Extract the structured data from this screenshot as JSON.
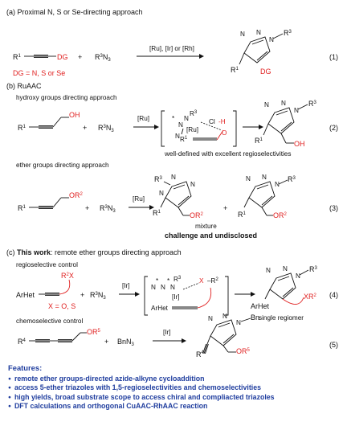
{
  "section_a": {
    "title": "(a) Proximal N, S or Se-directing approach",
    "reagent_label": "[Ru], [Ir] or [Rh]",
    "dg_definition": "DG = N, S or Se",
    "eq": "(1)"
  },
  "section_b": {
    "title": "(b) RuAAC",
    "hydroxy_heading": "hydroxy groups directing approach",
    "hydroxy_catalyst": "[Ru]",
    "hydroxy_note": "well-defined with excellent regioselectivities",
    "eq2": "(2)",
    "ether_heading": "ether groups directing approach",
    "ether_catalyst": "[Ru]",
    "mixture": "mixture",
    "challenge": "challenge and undisclosed",
    "eq3": "(3)"
  },
  "section_c": {
    "title_prefix": "(c) ",
    "title_bold": "This work",
    "title_suffix": ": remote ether groups directing approach",
    "regio_heading": "regioselective control",
    "x_definition": "X = O, S",
    "catalyst": "[Ir]",
    "single_regiomer": "single regiomer",
    "eq4": "(4)",
    "chemo_heading": "chemoselective control",
    "chemo_catalyst": "[Ir]",
    "eq5": "(5)"
  },
  "features": {
    "title": "Features:",
    "items": [
      "remote ether groups-directed azide-alkyne cycloaddition",
      "access 5-ether triazoles with 1,5-regioselectivities and chemoselectivities",
      "high yields, broad substrate scope to access chiral and compliacted triazoles",
      "DFT calculations and orthogonal CuAAC-RhAAC reaction"
    ]
  },
  "colors": {
    "red": "#e02020",
    "blue": "#1f3d9e"
  }
}
